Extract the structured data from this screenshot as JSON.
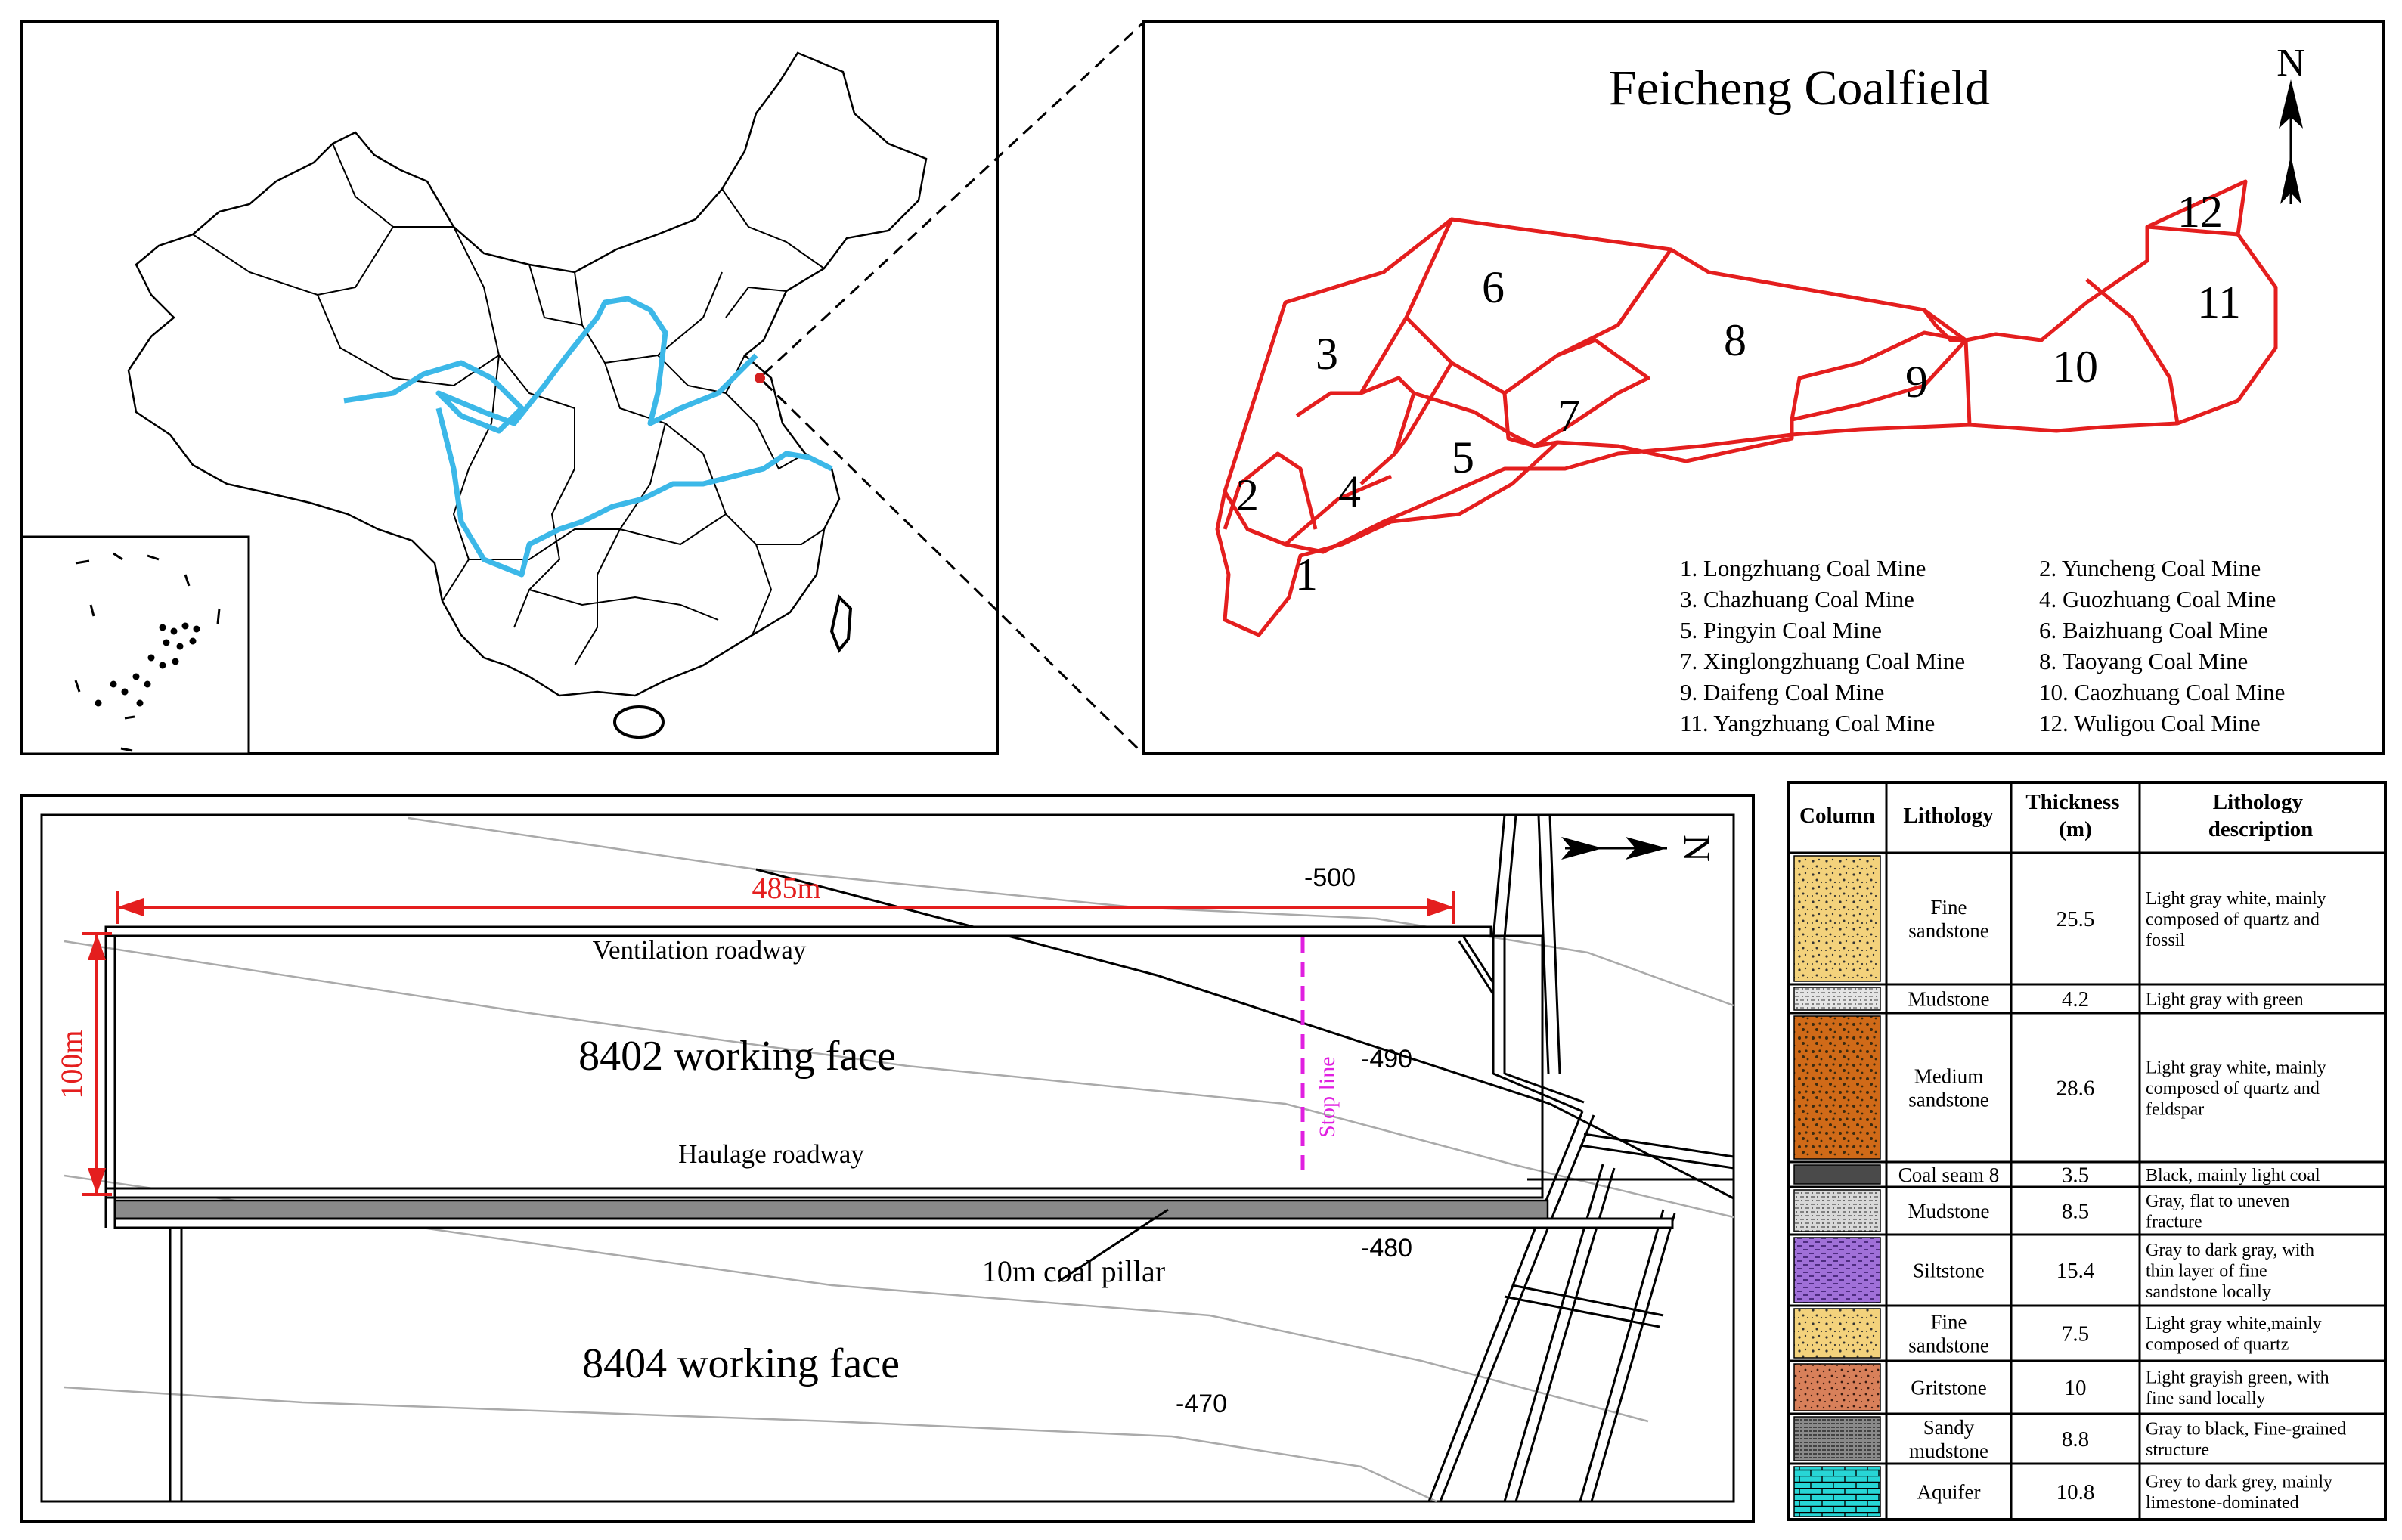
{
  "coalfield": {
    "title": "Feicheng Coalfield",
    "north": "N",
    "mine_numbers": [
      "1",
      "2",
      "3",
      "4",
      "5",
      "6",
      "7",
      "8",
      "9",
      "10",
      "11",
      "12"
    ],
    "legend": [
      "1. Longzhuang Coal Mine",
      "2. Yuncheng Coal Mine",
      "3. Chazhuang Coal Mine",
      "4. Guozhuang Coal Mine",
      "5. Pingyin Coal Mine",
      "6. Baizhuang Coal Mine",
      "7. Xinglongzhuang Coal Mine",
      "8. Taoyang Coal Mine",
      "9. Daifeng Coal Mine",
      "10. Caozhuang Coal Mine",
      "11. Yangzhuang Coal Mine",
      "12. Wuligou Coal Mine"
    ],
    "boundary_color": "#e41e1e"
  },
  "china_map": {
    "river_color": "#3cb8e8",
    "location_color": "#d42020"
  },
  "working_face": {
    "north": "N",
    "length_label": "485m",
    "width_label": "100m",
    "ventilation": "Ventilation roadway",
    "face_8402": "8402 working face",
    "haulage": "Haulage roadway",
    "pillar": "10m coal pillar",
    "face_8404": "8404 working face",
    "stop_line": "Stop line",
    "contours": [
      "-500",
      "-490",
      "-480",
      "-470"
    ],
    "dimension_color": "#e41e1e",
    "stop_line_color": "#e020e0"
  },
  "strata": {
    "headers": [
      "Column",
      "Lithology",
      "Thickness (m)",
      "Lithology description"
    ],
    "rows": [
      {
        "lithology": "Fine sandstone",
        "thickness": "25.5",
        "description": "Light gray white, mainly composed of quartz and fossil"
      },
      {
        "lithology": "Mudstone",
        "thickness": "4.2",
        "description": "Light gray with green"
      },
      {
        "lithology": "Medium sandstone",
        "thickness": "28.6",
        "description": "Light gray white, mainly composed of quartz and feldspar"
      },
      {
        "lithology": "Coal seam 8",
        "thickness": "3.5",
        "description": "Black, mainly light coal"
      },
      {
        "lithology": "Mudstone",
        "thickness": "8.5",
        "description": "Gray, flat to uneven fracture"
      },
      {
        "lithology": "Siltstone",
        "thickness": "15.4",
        "description": "Gray to dark gray, with thin layer of fine sandstone locally"
      },
      {
        "lithology": "Fine sandstone",
        "thickness": "7.5",
        "description": "Light gray white,mainly composed of quartz"
      },
      {
        "lithology": "Gritstone",
        "thickness": "10",
        "description": "Light grayish green, with fine sand locally"
      },
      {
        "lithology": "Sandy mudstone",
        "thickness": "8.8",
        "description": "Gray to black, Fine-grained structure"
      },
      {
        "lithology": "Aquifer",
        "thickness": "10.8",
        "description": "Grey to dark grey, mainly limestone-dominated"
      }
    ],
    "fills": [
      "#f3d27c",
      "#e8e8e8",
      "#d06a18",
      "#4a4a4a",
      "#d8d8d8",
      "#a070d8",
      "#f3d27c",
      "#d8805a",
      "#8a8a8a",
      "#27d6d6"
    ]
  }
}
